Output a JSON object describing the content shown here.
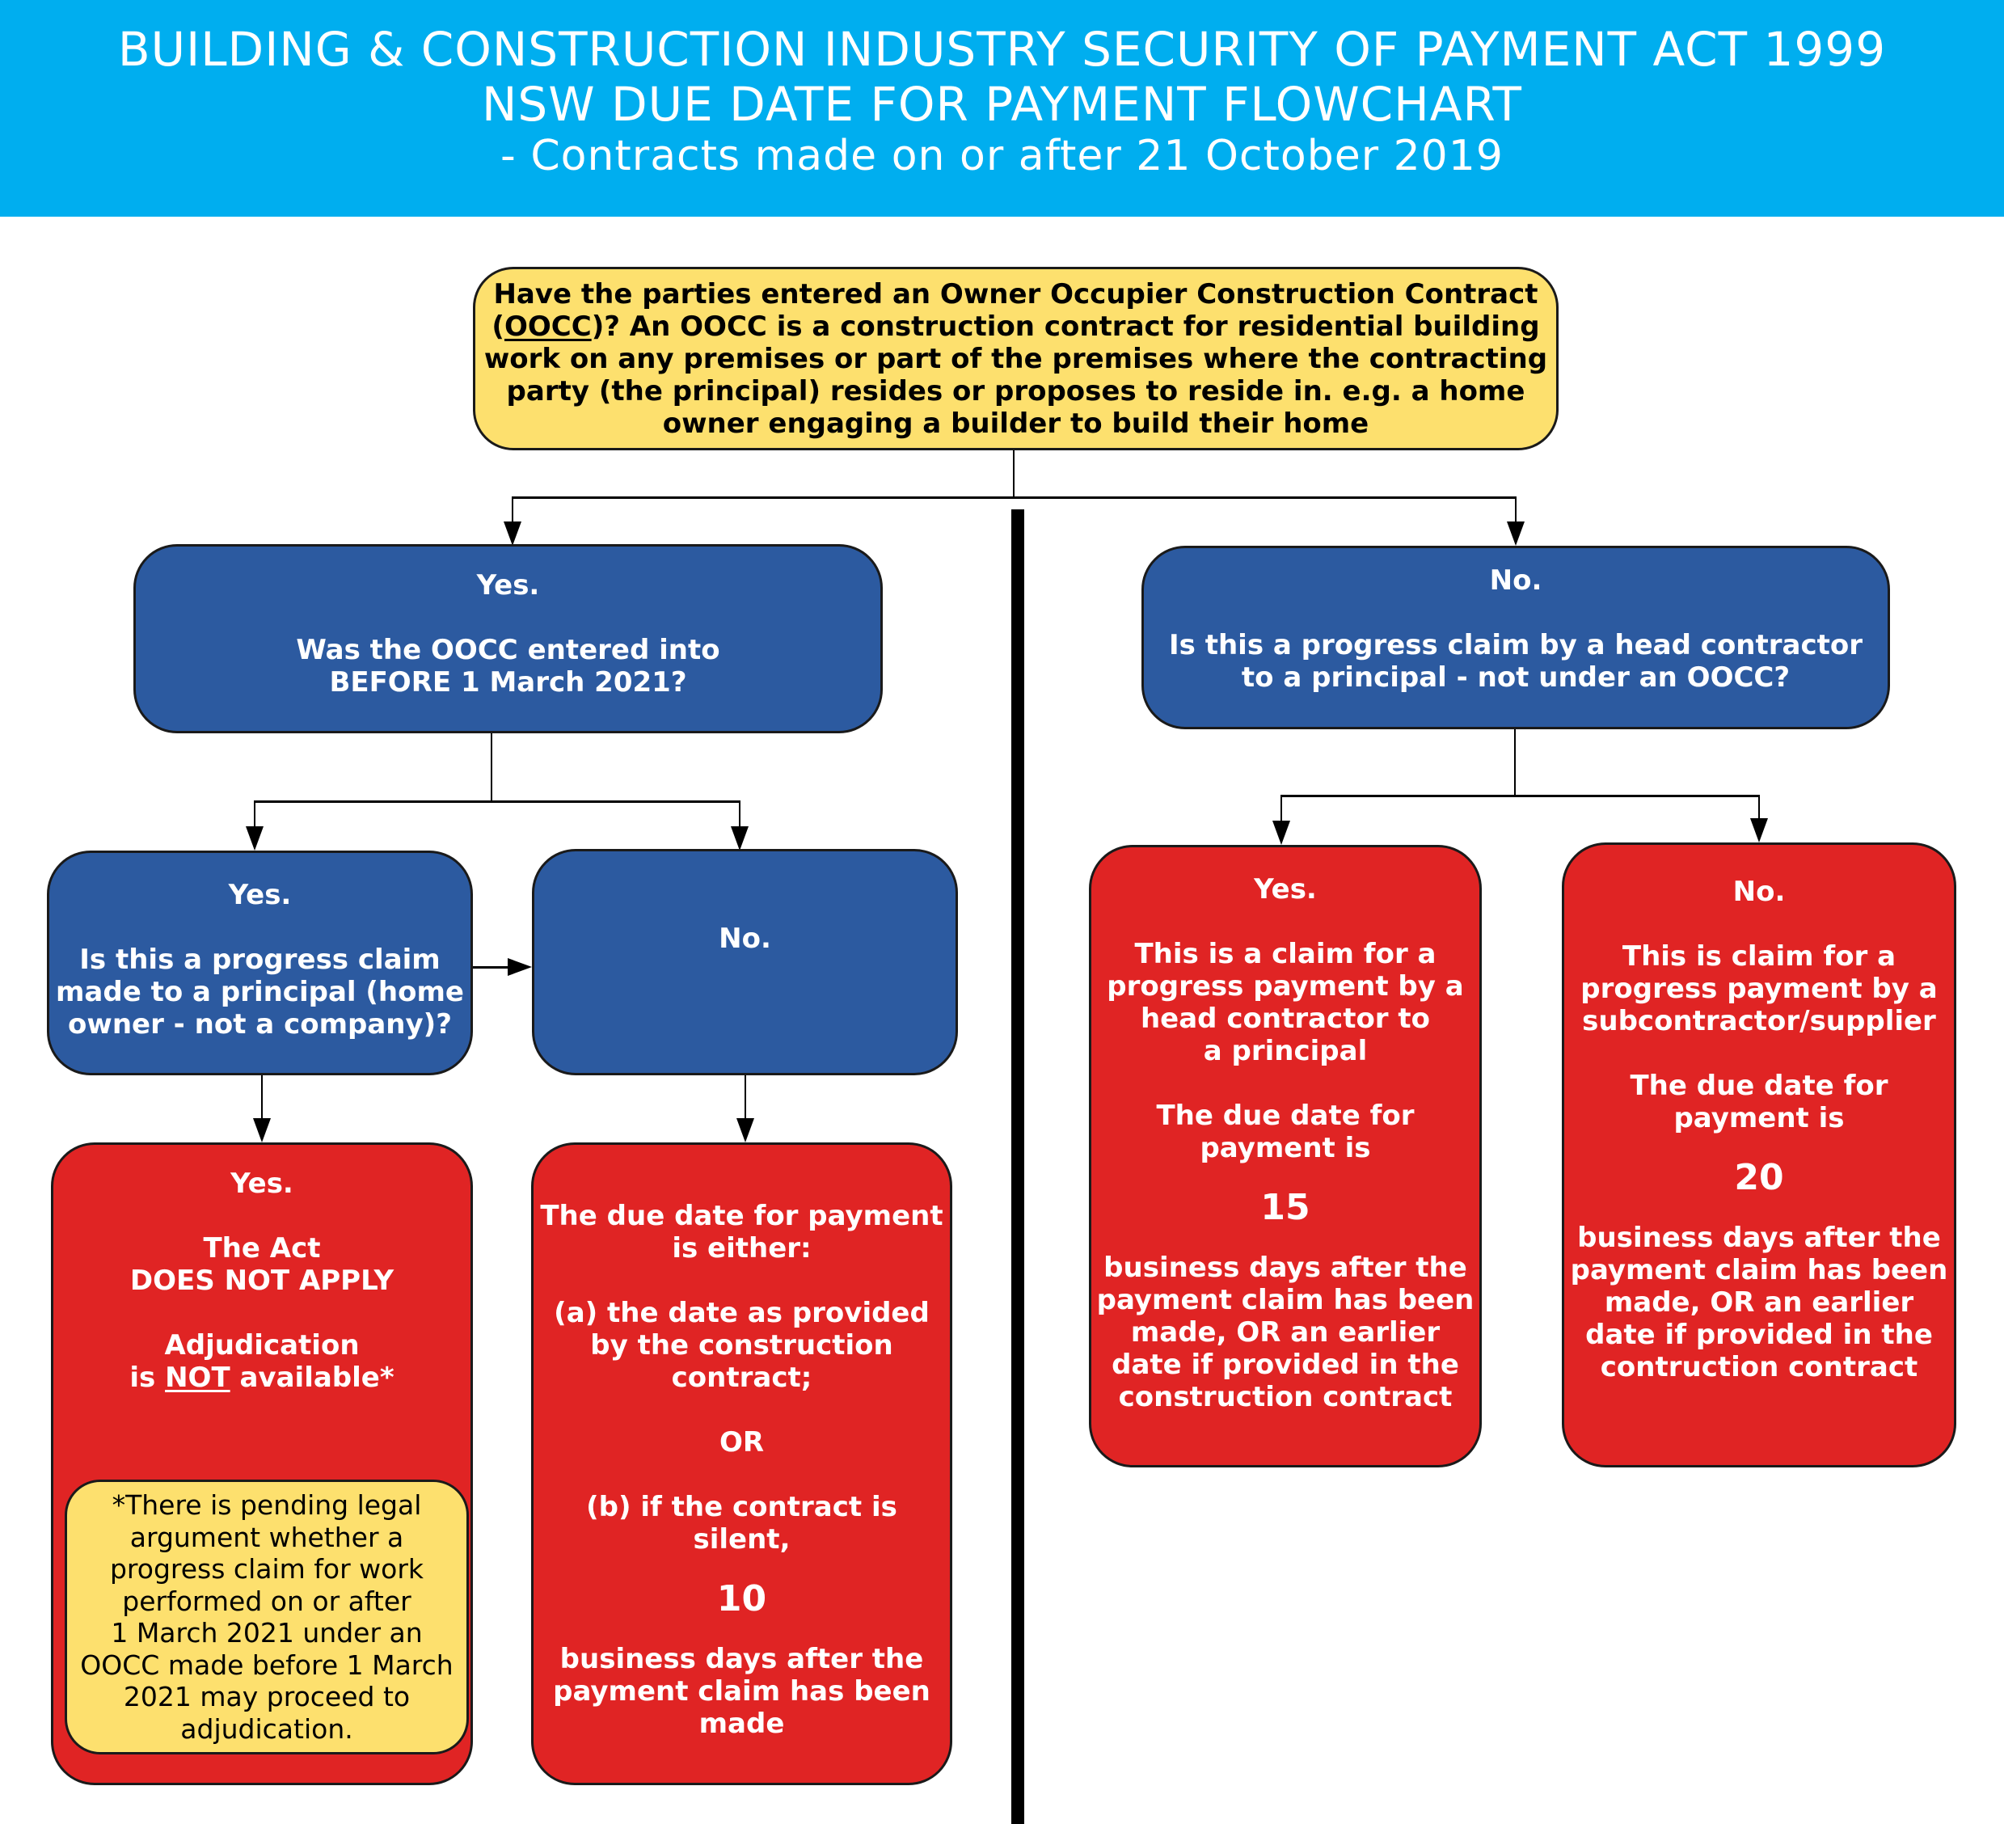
{
  "header": {
    "title_line1": "BUILDING & CONSTRUCTION INDUSTRY SECURITY OF PAYMENT ACT 1999",
    "title_line2": "NSW DUE DATE FOR PAYMENT FLOWCHART",
    "subtitle": "- Contracts made on or after 21 October 2019"
  },
  "colors": {
    "header": "#00aeef",
    "question_yellow": "#fde06e",
    "decision_blue": "#2c5aa0",
    "outcome_red": "#e02424"
  },
  "root": {
    "line1": "Have the parties entered an Owner Occupier Construction Contract",
    "line2_prefix": "(",
    "line2_abbr": "OOCC",
    "line2_rest": ")? An OOCC is a construction contract for residential building",
    "line3": "work on any premises or part of the premises where the contracting",
    "line4": "party (the principal) resides or proposes to reside in. e.g. a home",
    "line5": "owner engaging a builder to build their home"
  },
  "left_branch": {
    "answer": "Yes.",
    "question": "Was the OOCC entered into\nBEFORE 1 March 2021?",
    "yes_node": {
      "answer": "Yes.",
      "question": "Is this a progress claim\nmade to a principal (home\nowner - not a company)?"
    },
    "no_node": {
      "answer": "No."
    },
    "act_not_apply": {
      "answer": "Yes.",
      "statement": "The Act\nDOES NOT APPLY",
      "adj_line1": "Adjudication",
      "adj_prefix": "is ",
      "adj_emph": "NOT",
      "adj_suffix": " available*",
      "footnote": "*There is pending legal\nargument whether a\nprogress claim for work\nperformed on or after\n1 March 2021 under an\nOOCC made before 1 March\n2021 may proceed to\nadjudication."
    },
    "due_date_either": {
      "intro": "The due date for payment\nis either:",
      "option_a": "(a) the date as provided\nby the construction\ncontract;",
      "or": "OR",
      "option_b": "(b)  if the contract is\nsilent,",
      "days": "10",
      "after": "business days after the\npayment claim has been\nmade"
    }
  },
  "right_branch": {
    "answer": "No.",
    "question": "Is this a progress claim by a head contractor\nto a principal - not under an OOCC?",
    "head_contractor": {
      "answer": "Yes.",
      "description": "This is a claim for a\nprogress payment by a\nhead contractor to\na principal",
      "due_intro": "The due date for\npayment is",
      "days": "15",
      "after": "business days after the\npayment claim has been\nmade, OR an earlier\ndate if provided in the\nconstruction contract"
    },
    "subcontractor": {
      "answer": "No.",
      "description": "This is claim for a\nprogress payment by a\nsubcontractor/supplier",
      "due_intro": "The due date for\npayment is",
      "days": "20",
      "after": "business days after the\npayment claim has been\nmade, OR an earlier\ndate if provided in the\ncontruction contract"
    }
  }
}
